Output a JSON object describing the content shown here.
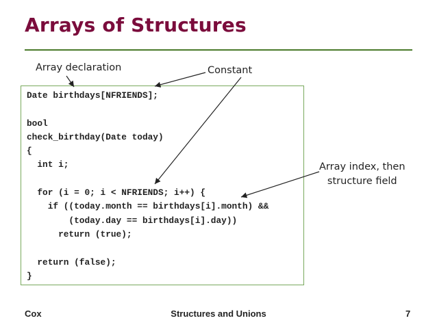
{
  "slide": {
    "title": "Arrays of Structures",
    "callouts": {
      "declaration": "Array declaration",
      "constant": "Constant",
      "index_line1": "Array index, then",
      "index_line2": "structure field"
    },
    "code_lines": [
      "Date birthdays[NFRIENDS];",
      "",
      "bool",
      "check_birthday(Date today)",
      "{",
      "  int i;",
      "",
      "  for (i = 0; i < NFRIENDS; i++) {",
      "    if ((today.month == birthdays[i].month) &&",
      "        (today.day == birthdays[i].day))",
      "      return (true);",
      "",
      "  return (false);",
      "}"
    ],
    "footer": {
      "left": "Cox",
      "center": "Structures and Unions",
      "page_number": "7"
    }
  },
  "colors": {
    "title": "#7b0c3c",
    "rule": "#4a7a2a",
    "box_border": "#78a85c",
    "text": "#222222"
  }
}
